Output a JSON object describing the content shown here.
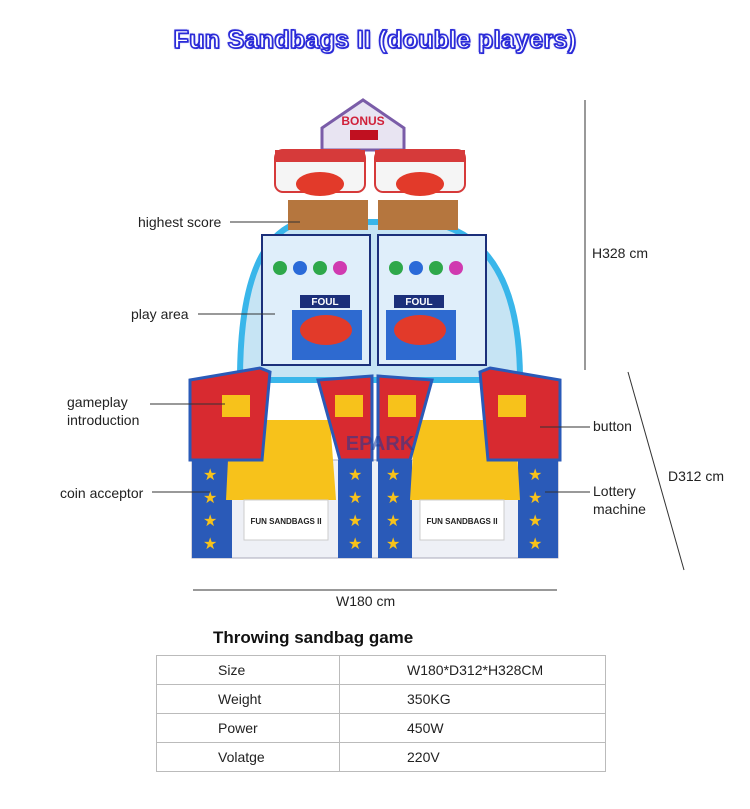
{
  "title": "Fun Sandbags II (double players)",
  "callouts": {
    "highest_score": "highest score",
    "play_area": "play area",
    "gameplay_introduction": "gameplay\nintroduction",
    "coin_acceptor": "coin acceptor",
    "button": "button",
    "lottery_machine": "Lottery\nmachine"
  },
  "dimensions": {
    "height": "H328 cm",
    "depth": "D312 cm",
    "width": "W180 cm"
  },
  "machine_text": {
    "bonus": "BONUS",
    "foul": "FOUL",
    "brand": "FUN SANDBAGS II",
    "logo": "EPARK"
  },
  "specs": {
    "heading": "Throwing sandbag game",
    "rows": [
      {
        "label": "Size",
        "value": "W180*D312*H328CM"
      },
      {
        "label": "Weight",
        "value": "350KG"
      },
      {
        "label": "Power",
        "value": "450W"
      },
      {
        "label": "Volatge",
        "value": "220V"
      }
    ]
  }
}
